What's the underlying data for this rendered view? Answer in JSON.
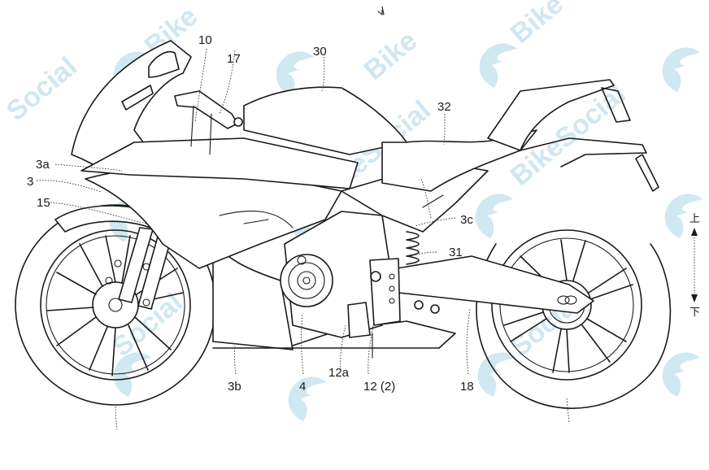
{
  "figure": {
    "subject": "Motorcycle side view patent drawing",
    "line_color": "#1a1a1a",
    "background_color": "#ffffff"
  },
  "watermark": {
    "brand_text": "BikeSocial",
    "fragments": [
      "Bike",
      "Social",
      "BikeSocial",
      "Bike",
      "Social",
      "BikeSocial",
      "Bike",
      "Social"
    ],
    "color": "#bfe0ee",
    "icon": "bikesocial-helmet-logo-icon"
  },
  "reference_labels": {
    "r10": "10",
    "r17": "17",
    "r30": "30",
    "r32": "32",
    "r3a": "3a",
    "r3": "3",
    "r15": "15",
    "r3c": "3c",
    "r31": "31",
    "r3b": "3b",
    "r4": "4",
    "r12a": "12a",
    "r12": "12 (2)",
    "r18": "18"
  },
  "direction_indicator": {
    "up_label": "上",
    "down_label": "下"
  }
}
